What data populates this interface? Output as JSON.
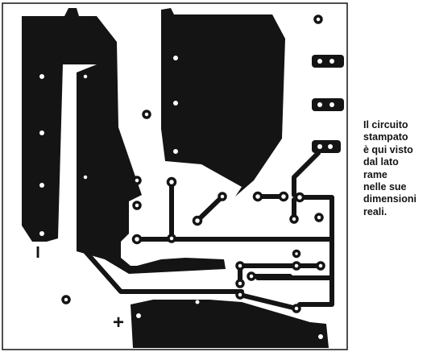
{
  "caption": {
    "lines": [
      "Il circuito",
      "stampato",
      "è qui visto",
      "dal lato",
      "rame",
      "nelle sue",
      "dimensioni",
      "reali."
    ]
  },
  "board": {
    "negative_mark": "I",
    "positive_mark": "+"
  },
  "colors": {
    "copper": "#141414",
    "paper": "#ffffff",
    "text": "#141414"
  }
}
